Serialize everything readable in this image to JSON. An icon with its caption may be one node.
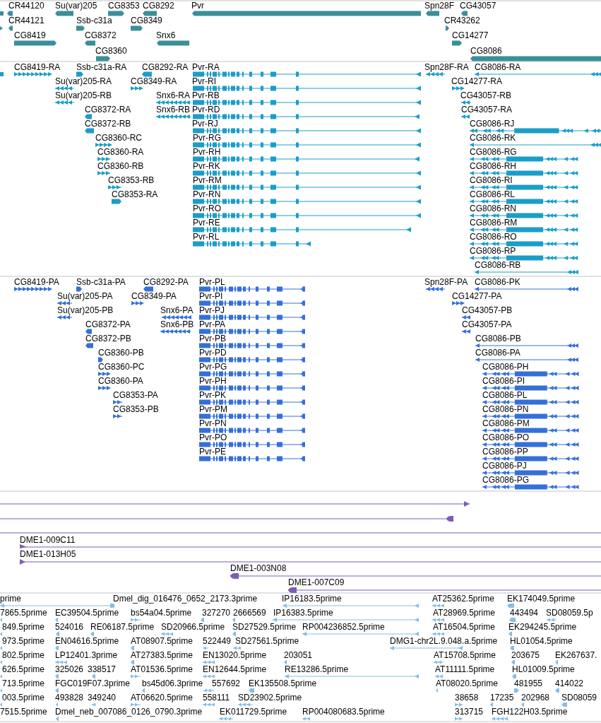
{
  "diagram": {
    "labels": [
      "CR44120",
      "Su(var)205",
      "CG8353",
      "CG8292",
      "Pvr",
      "Spn28F",
      "CG43057",
      "CR44121",
      "Ssb-c31a",
      "CG8349",
      "CR43262",
      "CG8419",
      "CG8372",
      "Snx6",
      "CG14277",
      "CG8360",
      "CG8086",
      "CG8419-RA",
      "Ssb-c31a-RA",
      "CG8292-RA",
      "Pvr-RA",
      "Spn28F-RA",
      "CG8086-RA",
      "Su(var)205-RA",
      "CG8349-RA",
      "Pvr-RI",
      "CG14277-RA",
      "Su(var)205-RB",
      "Snx6-RA",
      "Pvr-RB",
      "CG43057-RB",
      "CG8372-RA",
      "Snx6-RB",
      "Pvr-RD",
      "CG43057-RA",
      "CG8372-RB",
      "Pvr-RJ",
      "CG8086-RJ",
      "CG8360-RC",
      "Pvr-RG",
      "CG8086-RK",
      "CG8360-RA",
      "Pvr-RH",
      "CG8086-RG",
      "CG8360-RB",
      "Pvr-RK",
      "CG8086-RH",
      "CG8353-RB",
      "Pvr-RM",
      "CG8086-RI",
      "CG8353-RA",
      "Pvr-RN",
      "CG8086-RL",
      "Pvr-RO",
      "CG8086-RN",
      "Pvr-RE",
      "CG8086-RM",
      "Pvr-RL",
      "CG8086-RO",
      "CG8086-RP",
      "CG8086-RB",
      "CG8419-PA",
      "Ssb-c31a-PA",
      "CG8292-PA",
      "Pvr-PL",
      "Spn28F-PA",
      "CG8086-PK",
      "Su(var)205-PA",
      "CG8349-PA",
      "Pvr-PI",
      "CG14277-PA",
      "Su(var)205-PB",
      "Snx6-PA",
      "Pvr-PJ",
      "CG43057-PB",
      "CG8372-PA",
      "Snx6-PB",
      "Pvr-PA",
      "CG43057-PA",
      "CG8372-PB",
      "Pvr-PB",
      "CG8086-PB",
      "CG8360-PB",
      "Pvr-PD",
      "CG8086-PA",
      "CG8360-PC",
      "Pvr-PG",
      "CG8086-PH",
      "CG8360-PA",
      "Pvr-PH",
      "CG8086-PI",
      "CG8353-PA",
      "Pvr-PK",
      "CG8086-PL",
      "CG8353-PB",
      "Pvr-PM",
      "CG8086-PN",
      "Pvr-PN",
      "CG8086-PM",
      "Pvr-PO",
      "CG8086-PO",
      "Pvr-PE",
      "CG8086-PP",
      "CG8086-PJ",
      "CG8086-PG",
      "DME1-009C11",
      "DME1-013H05",
      "DME1-003N08",
      "DME1-007C09",
      "prime",
      "Dmel_dig_016476_0652_2173.3prime",
      "IP16183.5prime",
      "AT25362.5prime",
      "EK174049.5prime",
      "7865.5prime",
      "EC39504.5prime",
      "bs54a04.5prime",
      "327270",
      "2666569",
      "IP16383.5prime",
      "AT28969.5prime",
      "443494",
      "SD08059.5p",
      "849.5prime",
      "524016",
      "RE06187.5prime",
      "SD20966.5prime",
      "SD27529.5prime",
      "RP004236852.5prime",
      "AT16504.5prime",
      "EK294245.5prime",
      "973.5prime",
      "EN04616.5prime",
      "AT08907.5prime",
      "522449",
      "SD27561.5prime",
      "DMG1-chr2L.9.048.a.5prime",
      "HL01054.5prime",
      "802.5prime",
      "LP12401.3prime",
      "AT27383.5prime",
      "EN13020.5prime",
      "203051",
      "AT15708.5prime",
      "203675",
      "EK267637.",
      "626.5prime",
      "325026",
      "338517",
      "AT01536.5prime",
      "EN12644.5prime",
      "RE13286.5prime",
      "AT11111.5prime",
      "HL01009.5prime",
      "713.5prime",
      "FGC019F07.3prime",
      "bs45d06.3prime",
      "557692",
      "EK135508.5prime",
      "AT08020.5prime",
      "481955",
      "414022",
      "003.5prime",
      "493828",
      "349240",
      "AT06620.5prime",
      "558111",
      "SD23902.5prime",
      "38658",
      "17235",
      "202968",
      "SD08059",
      "7515.5prime",
      "Dmel_neb_007086_0126_0790.3prime",
      "EK011729.5prime",
      "RP004080683.5prime",
      "313715",
      "FGH122H03.5prime"
    ]
  }
}
